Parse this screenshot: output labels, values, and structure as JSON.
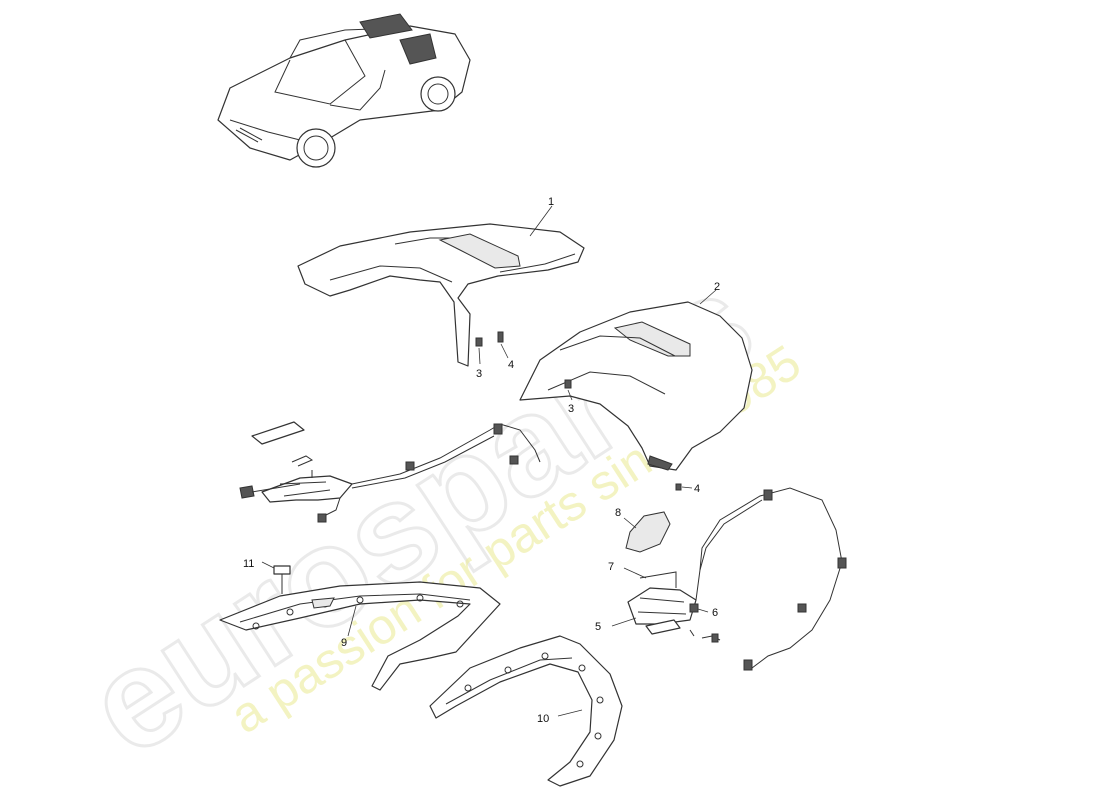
{
  "watermark": {
    "main": "eurospares",
    "sub": "a passion for parts since 1985",
    "color_main": "#d9d9d9",
    "color_sub": "#ecec9a"
  },
  "callouts": {
    "c1": "1",
    "c2": "2",
    "c3a": "3",
    "c3b": "3",
    "c4a": "4",
    "c4b": "4",
    "c5": "5",
    "c6": "6",
    "c7": "7",
    "c8": "8",
    "c9": "9",
    "c10": "10",
    "c11": "11"
  },
  "colors": {
    "line": "#333333",
    "background": "#ffffff"
  }
}
